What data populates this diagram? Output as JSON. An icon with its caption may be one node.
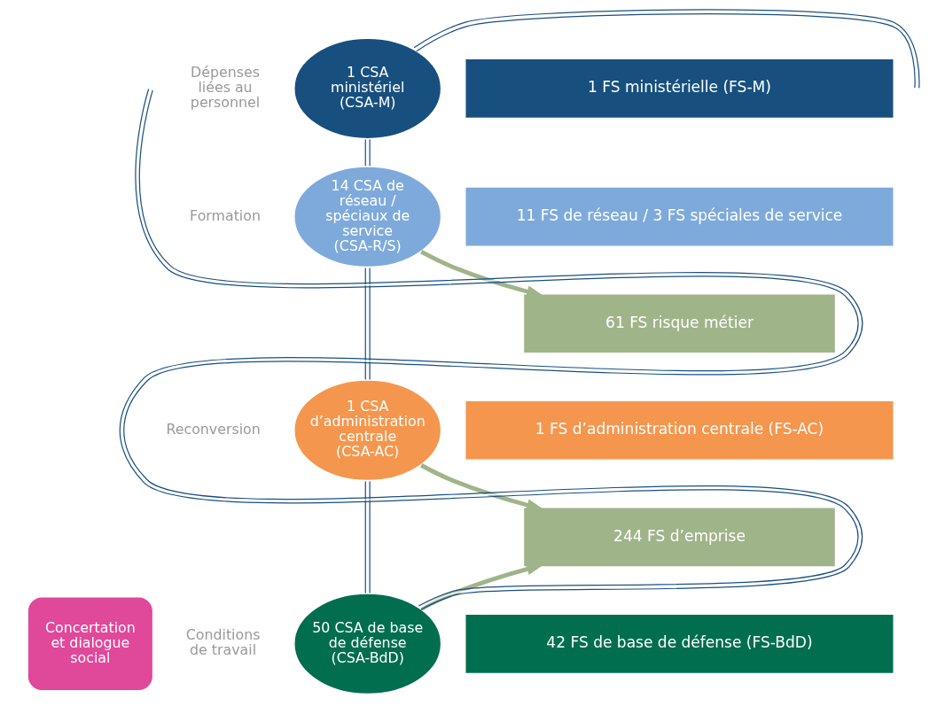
{
  "diagram": {
    "nodes": [
      {
        "text": [
          "1 CSA ministériel (CSA-M)"
        ]
      },
      {
        "text": [
          "14 CSA de réseau / spéciaux de service (CSA-R/S)"
        ]
      },
      {
        "text": [
          "1 CSA d’administration centrale (CSA-AC)"
        ]
      },
      {
        "text": [
          "50 CSA de base de défense (CSA-BdD)"
        ]
      },
      {
        "text": [
          "1 FS ministérielle (FS-M)"
        ]
      },
      {
        "text": [
          "11 FS de réseau / 3 FS spéciales de service"
        ]
      },
      {
        "text": [
          "61 FS risque métier"
        ]
      },
      {
        "text": [
          "1 FS d’administration centrale (FS-AC)"
        ]
      },
      {
        "text": [
          "244 FS d’emprise"
        ]
      },
      {
        "text": [
          "42 FS de base de défense (FS-BdD)"
        ]
      },
      {
        "text": [
          "Concertation et dialogue social"
        ]
      }
    ],
    "edges": [
      {
        "from": null,
        "to": 0,
        "arrow": "none"
      },
      {
        "from": 0,
        "to": 1,
        "arrow": "none"
      },
      {
        "from": 1,
        "to": 2,
        "arrow": "none"
      },
      {
        "from": 2,
        "to": 3,
        "arrow": "none"
      },
      {
        "from": 3,
        "to": null,
        "arrow": "none"
      },
      {
        "from": 1,
        "to": 6,
        "arrow": "to",
        "style": "thick",
        "color": "#a0b48a"
      },
      {
        "from": 2,
        "to": 8,
        "arrow": "to",
        "style": "thick",
        "color": "#a0b48a"
      },
      {
        "from": 3,
        "to": 8,
        "arrow": "to",
        "style": "thick",
        "color": "#a0b48a"
      }
    ],
    "labels": [
      "Dépenses liées au personnel",
      "Formation",
      "Reconversion",
      "Conditions de travail"
    ]
  }
}
